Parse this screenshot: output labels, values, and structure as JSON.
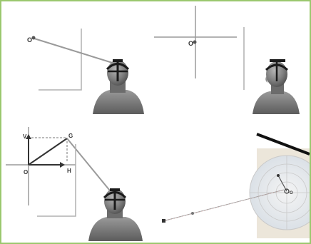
{
  "labels": {
    "origin_1": "O",
    "origin_2": "O",
    "origin_3": "O",
    "vertical_axis": "V",
    "horizontal_axis": "H",
    "gaze_point": "G",
    "target_origin": "O"
  },
  "colors": {
    "frame_border": "#9bc86e",
    "line": "#aaaaaa",
    "head": "#7a7a7a",
    "cap": "#1a1a1a",
    "laser": "#d9534f"
  }
}
